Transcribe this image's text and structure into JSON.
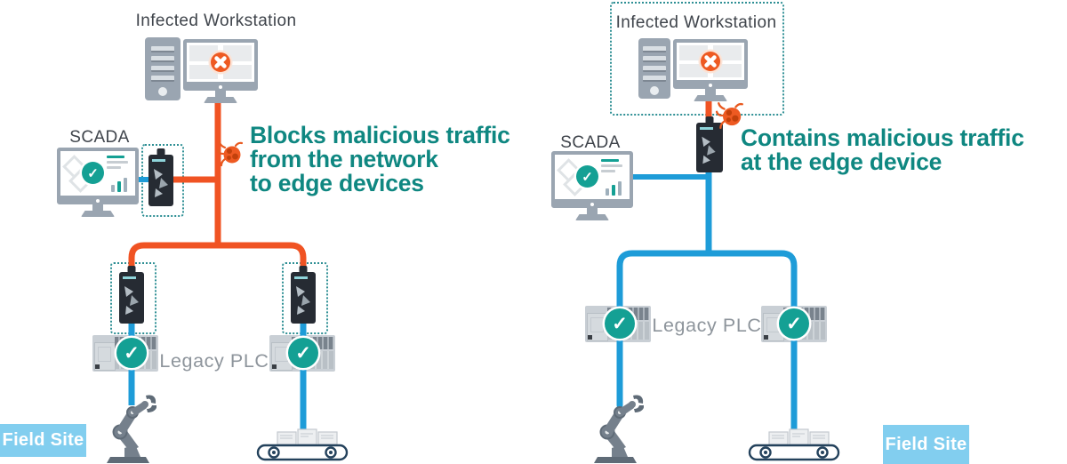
{
  "colors": {
    "wire_orange": "#F05323",
    "wire_blue": "#1E9CD8",
    "headline_teal": "#0F8781",
    "badge_teal": "#14A094",
    "dotted_border_teal": "#2E8F94",
    "field_site_bg": "#82CEEF",
    "device_gray": "#9AA5B1",
    "plc_gray": "#C9CFD5",
    "edge_device_dark": "#262B33",
    "label_dark": "#3F444B",
    "label_gray": "#8E959C"
  },
  "icons": {
    "check": "✓"
  },
  "left": {
    "workstation_label": "Infected Workstation",
    "scada_label": "SCADA",
    "headline": [
      "Blocks malicious traffic",
      "from the network",
      "to edge devices"
    ],
    "plc_label": "Legacy PLC",
    "field_site_label": "Field Site"
  },
  "right": {
    "workstation_label": "Infected Workstation",
    "scada_label": "SCADA",
    "headline": [
      "Contains malicious traffic",
      "at the edge device"
    ],
    "plc_label": "Legacy PLC",
    "field_site_label": "Field Site"
  }
}
